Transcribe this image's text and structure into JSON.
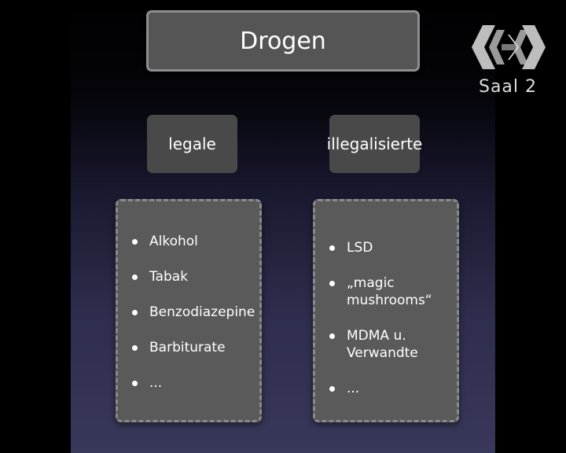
{
  "title": "Drogen",
  "categories": {
    "legal": "legale",
    "illegal": "illegalisierte"
  },
  "legal_items": [
    "Alkohol",
    "Tabak",
    "Benzodiazepine",
    "Barbiturate",
    "..."
  ],
  "illegal_items": [
    "LSD",
    "„magic mushrooms“",
    "MDMA u. Verwandte",
    "..."
  ],
  "overlay": {
    "room_label": "Saal 2"
  },
  "colors": {
    "background": "#000000",
    "box": "#4b4b4b",
    "text": "#ffffff"
  }
}
